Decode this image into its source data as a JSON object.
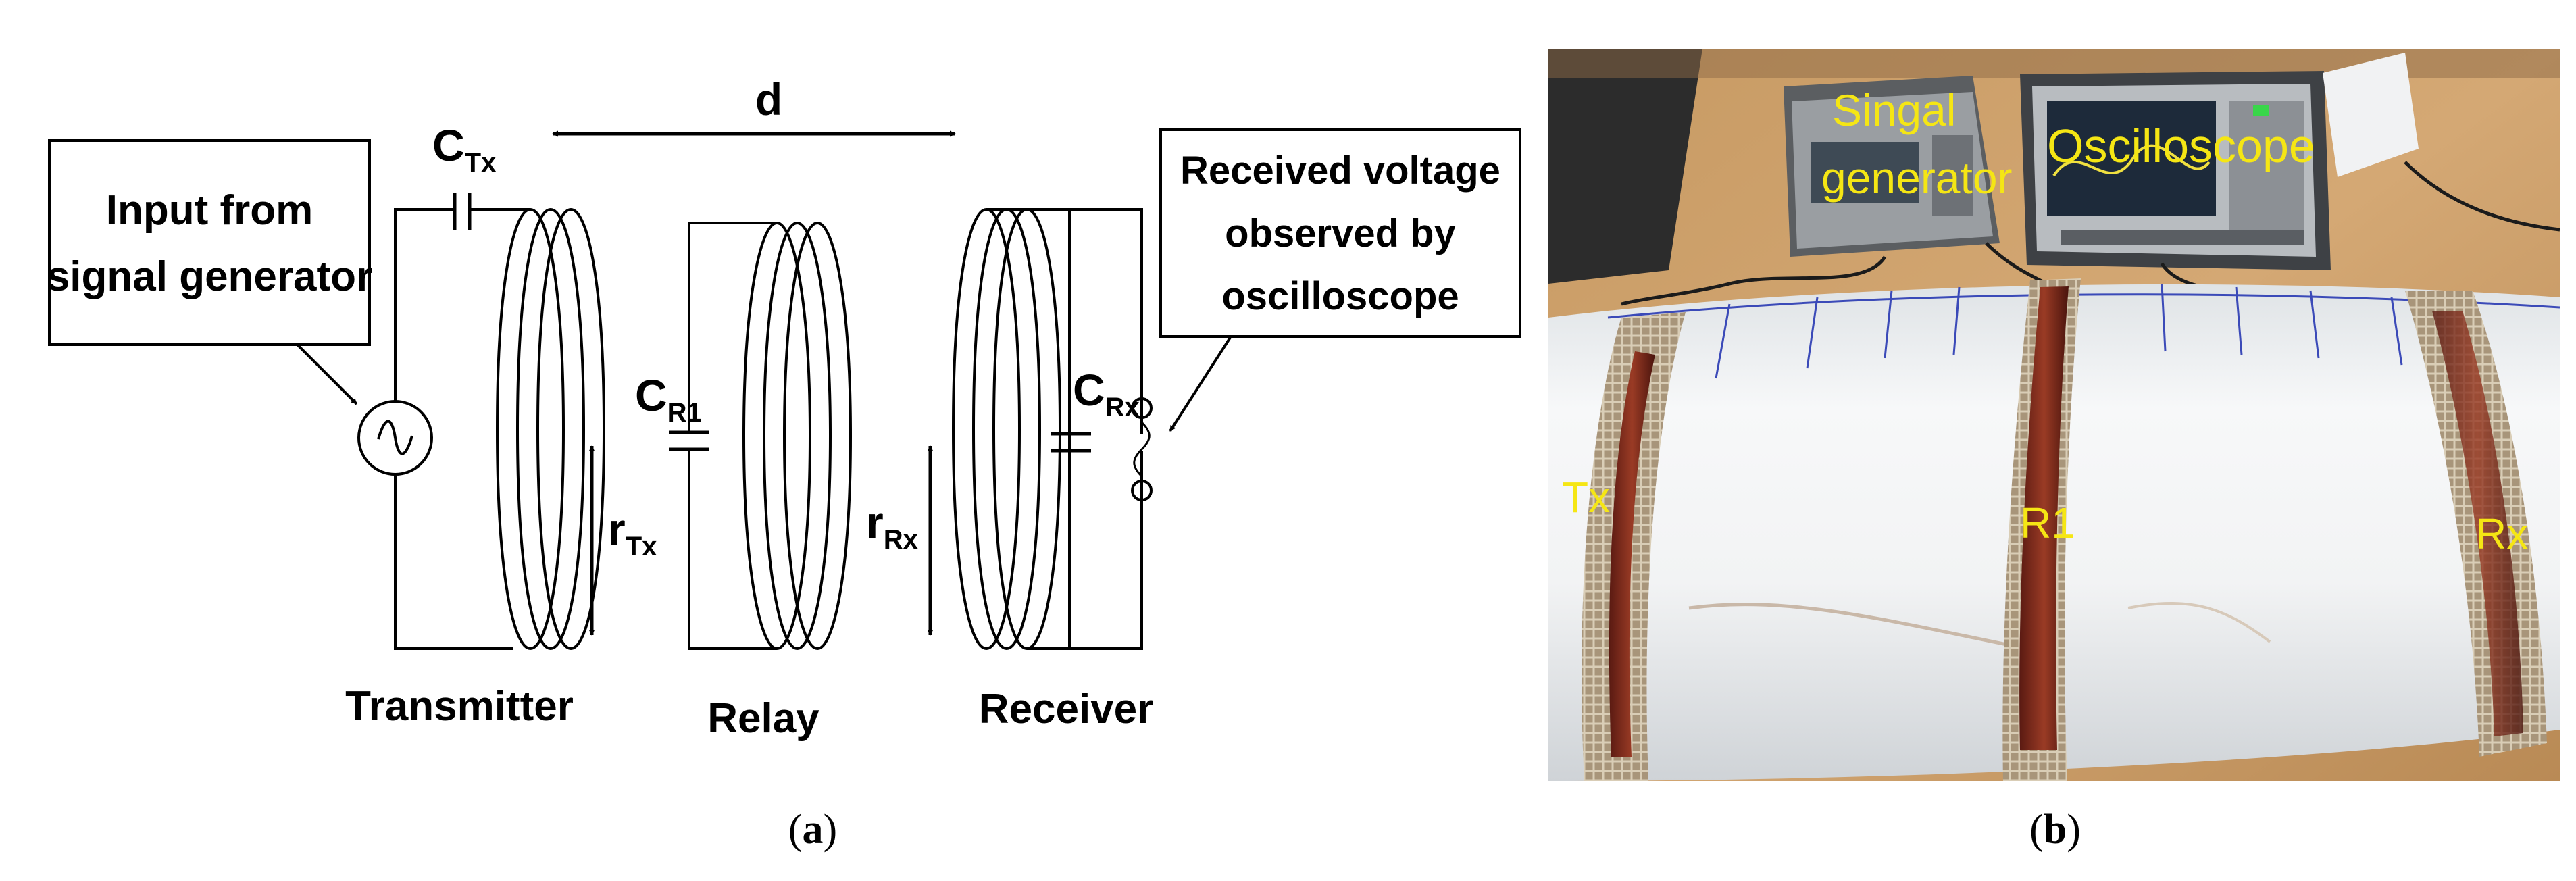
{
  "panel_a": {
    "caption_letter": "a",
    "distance_label": "d",
    "input_box": {
      "line1": "Input from",
      "line2": "signal generator"
    },
    "output_box": {
      "line1": "Received voltage",
      "line2": "observed by",
      "line3": "oscilloscope"
    },
    "cap_tx": {
      "main": "C",
      "sub": "Tx"
    },
    "cap_r1": {
      "main": "C",
      "sub": "R1"
    },
    "cap_rx": {
      "main": "C",
      "sub": "Rx"
    },
    "radius_tx": {
      "main": "r",
      "sub": "Tx"
    },
    "radius_rx": {
      "main": "r",
      "sub": "Rx"
    },
    "transmitter_label": "Transmitter",
    "relay_label": "Relay",
    "receiver_label": "Receiver"
  },
  "panel_b": {
    "caption_letter": "b",
    "signal_generator_line1": "Singal",
    "signal_generator_line2": "generator",
    "oscilloscope_label": "Oscilloscope",
    "tx_label": "Tx",
    "r1_label": "R1",
    "rx_label": "Rx",
    "label_color": "#f5e614"
  }
}
